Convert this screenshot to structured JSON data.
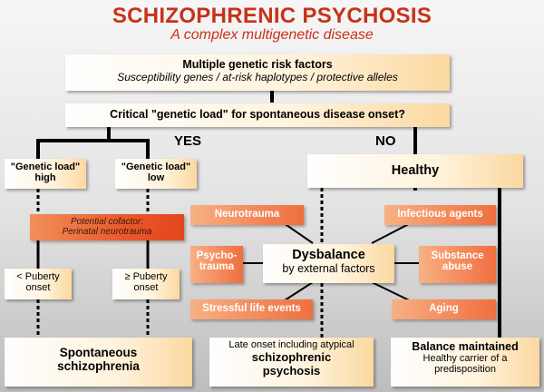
{
  "header": {
    "title": "SCHIZOPHRENIC PSYCHOSIS",
    "subtitle": "A complex multigenetic disease"
  },
  "genetic_factors": {
    "title": "Multiple genetic risk factors",
    "subtitle": "Susceptibility genes / at-risk haplotypes / protective alleles"
  },
  "question": "Critical \"genetic load\" for spontaneous disease onset?",
  "answers": {
    "yes": "YES",
    "no": "NO"
  },
  "yes_branch": {
    "high": {
      "line1": "\"Genetic load\"",
      "line2": "high"
    },
    "low": {
      "line1": "\"Genetic load\"",
      "line2": "low"
    },
    "cofactor": {
      "line1": "Potential cofactor:",
      "line2": "Perinatal neurotrauma"
    },
    "before_puberty": {
      "line1": "< Puberty",
      "line2": "onset"
    },
    "after_puberty": {
      "line1": "≥ Puberty",
      "line2": "onset"
    },
    "outcome": {
      "line1": "Spontaneous",
      "line2": "schizophrenia"
    }
  },
  "no_branch": {
    "healthy": "Healthy",
    "dysbalance": {
      "title": "Dysbalance",
      "subtitle": "by external factors"
    },
    "factors": {
      "neurotrauma": "Neurotrauma",
      "infectious": "Infectious agents",
      "psychotrauma": {
        "line1": "Psycho-",
        "line2": "trauma"
      },
      "substance": {
        "line1": "Substance",
        "line2": "abuse"
      },
      "stressful": "Stressful life events",
      "aging": "Aging"
    },
    "late_onset": {
      "line1": "Late onset including atypical",
      "line2": "schizophrenic",
      "line3": "psychosis"
    },
    "balance": {
      "title": "Balance maintained",
      "line1": "Healthy carrier of a",
      "line2": "predisposition"
    }
  },
  "colors": {
    "title": "#c8321a",
    "box_gradient_end": "#fbd8a0",
    "factor_orange": "#f48b5d",
    "cofactor_orange": "#e9592b",
    "connector": "#000000"
  }
}
